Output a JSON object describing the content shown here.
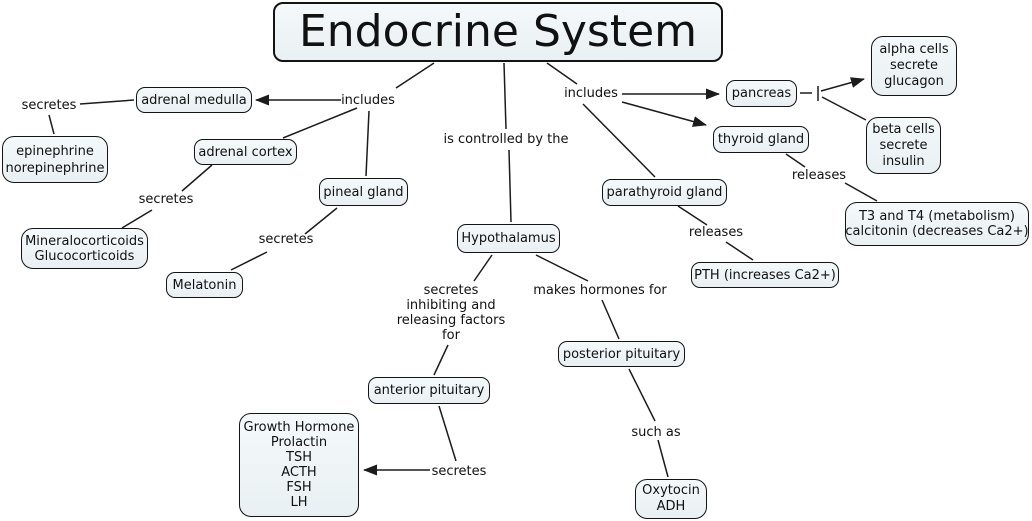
{
  "title": "Endocrine System",
  "colors": {
    "node_fill": "#edf3f5",
    "node_border": "#141414",
    "connector": "#1c1c1c",
    "background": "#ffffff",
    "text": "#111111"
  },
  "nodes": {
    "endocrine_system": "Endocrine System",
    "adrenal_medulla": "adrenal medulla",
    "epinephrine_norepinephrine": "epinephrine\nnorepinephrine",
    "adrenal_cortex": "adrenal cortex",
    "pineal_gland": "pineal gland",
    "mineralo_gluco": "Mineralocorticoids\nGlucocorticoids",
    "melatonin": "Melatonin",
    "hypothalamus": "Hypothalamus",
    "pancreas": "pancreas",
    "thyroid_gland": "thyroid gland",
    "parathyroid_gland": "parathyroid gland",
    "alpha_cells": "alpha cells\nsecrete\nglucagon",
    "beta_cells": "beta cells\nsecrete\ninsulin",
    "t3_t4_calcitonin": "T3 and T4 (metabolism)\ncalcitonin (decreases Ca2+)",
    "pth": "PTH (increases Ca2+)",
    "posterior_pituitary": "posterior pituitary",
    "anterior_pituitary": "anterior pituitary",
    "anterior_hormones": "Growth Hormone\nProlactin\nTSH\nACTH\nFSH\nLH",
    "oxytocin_adh": "Oxytocin\nADH"
  },
  "labels": {
    "secretes_medulla": "secretes",
    "includes_left": "includes",
    "includes_right": "includes",
    "is_controlled_by": "is controlled by the",
    "secretes_cortex": "secretes",
    "secretes_pineal": "secretes",
    "releases_thyroid": "releases",
    "releases_parathyroid": "releases",
    "secretes_inhibiting_releasing": "secretes\ninhibiting and\nreleasing factors\nfor",
    "makes_hormones_for": "makes hormones for",
    "secretes_anterior": "secretes",
    "such_as": "such as"
  }
}
